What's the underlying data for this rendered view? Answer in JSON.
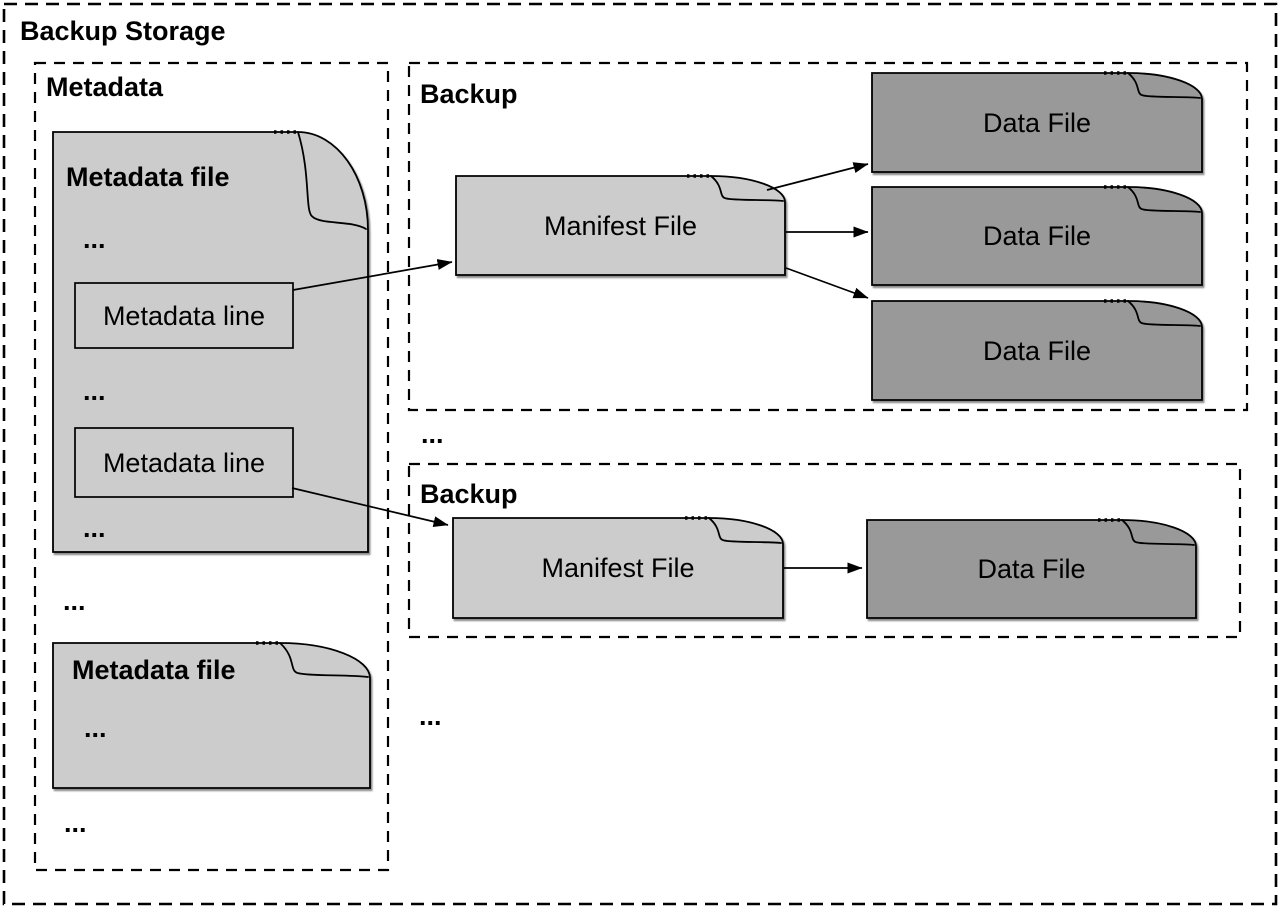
{
  "diagram": {
    "title": "Backup Storage",
    "metadata_panel": {
      "title": "Metadata",
      "files": [
        {
          "title": "Metadata file",
          "rows": [
            "...",
            "Metadata line",
            "...",
            "Metadata line",
            "..."
          ]
        },
        {
          "title": "Metadata file",
          "rows": [
            "..."
          ]
        }
      ],
      "between_files_ellipsis": "...",
      "trailing_ellipsis": "..."
    },
    "backups": [
      {
        "title": "Backup",
        "manifest_label": "Manifest File",
        "data_file_labels": [
          "Data File",
          "Data File",
          "Data File"
        ]
      },
      {
        "title": "Backup",
        "manifest_label": "Manifest File",
        "data_file_labels": [
          "Data File"
        ]
      }
    ],
    "between_backups_ellipsis": "...",
    "trailing_ellipsis": "..."
  },
  "colors": {
    "file_light": "#cccccc",
    "file_dark": "#999999",
    "outline": "#000000",
    "background": "#ffffff"
  }
}
